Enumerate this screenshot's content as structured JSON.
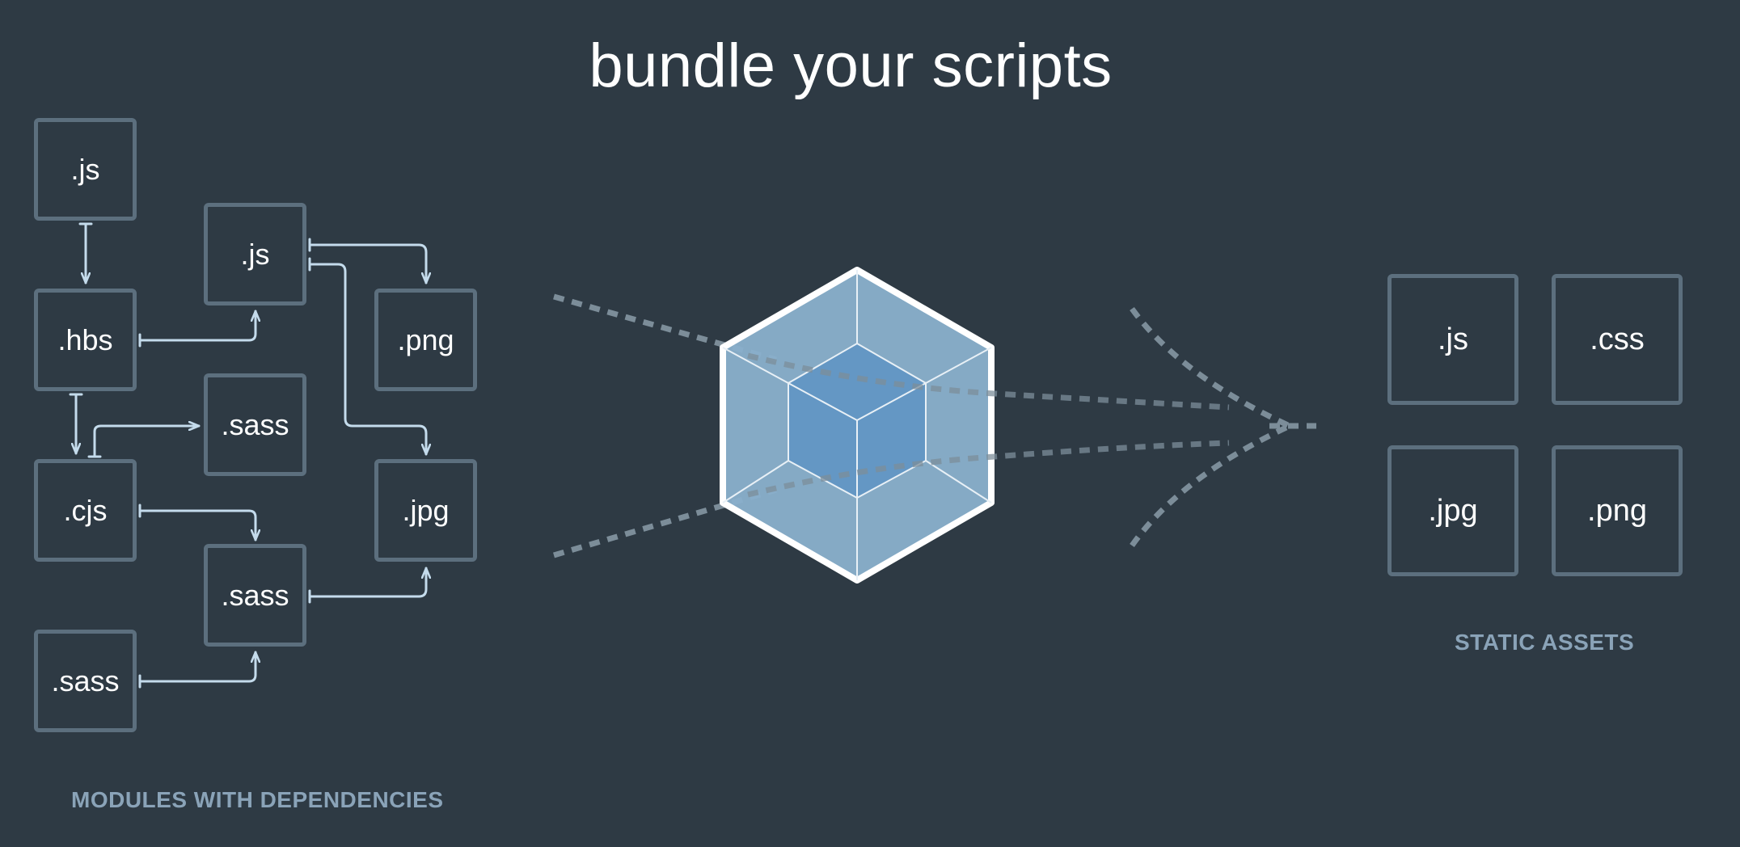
{
  "title": "bundle your scripts",
  "modules": {
    "caption": "MODULES WITH DEPENDENCIES",
    "items": [
      {
        "id": "js-top",
        "label": ".js"
      },
      {
        "id": "hbs",
        "label": ".hbs"
      },
      {
        "id": "cjs",
        "label": ".cjs"
      },
      {
        "id": "sass-bottom-left",
        "label": ".sass"
      },
      {
        "id": "js-mid",
        "label": ".js"
      },
      {
        "id": "sass-mid",
        "label": ".sass"
      },
      {
        "id": "sass-lower",
        "label": ".sass"
      },
      {
        "id": "png",
        "label": ".png"
      },
      {
        "id": "jpg",
        "label": ".jpg"
      }
    ]
  },
  "assets": {
    "caption": "STATIC ASSETS",
    "items": [
      {
        "id": "js",
        "label": ".js"
      },
      {
        "id": "css",
        "label": ".css"
      },
      {
        "id": "jpg",
        "label": ".jpg"
      },
      {
        "id": "png",
        "label": ".png"
      }
    ]
  },
  "colors": {
    "background": "#2e3a44",
    "box_border": "#5c6f7e",
    "arrow": "#c4dbec",
    "dots": "#7c8d99",
    "cube_outer": "#8ab0cc",
    "cube_inner": "#6497c4",
    "caption": "#8aa3b8"
  },
  "center_icon": "webpack-cube-icon"
}
